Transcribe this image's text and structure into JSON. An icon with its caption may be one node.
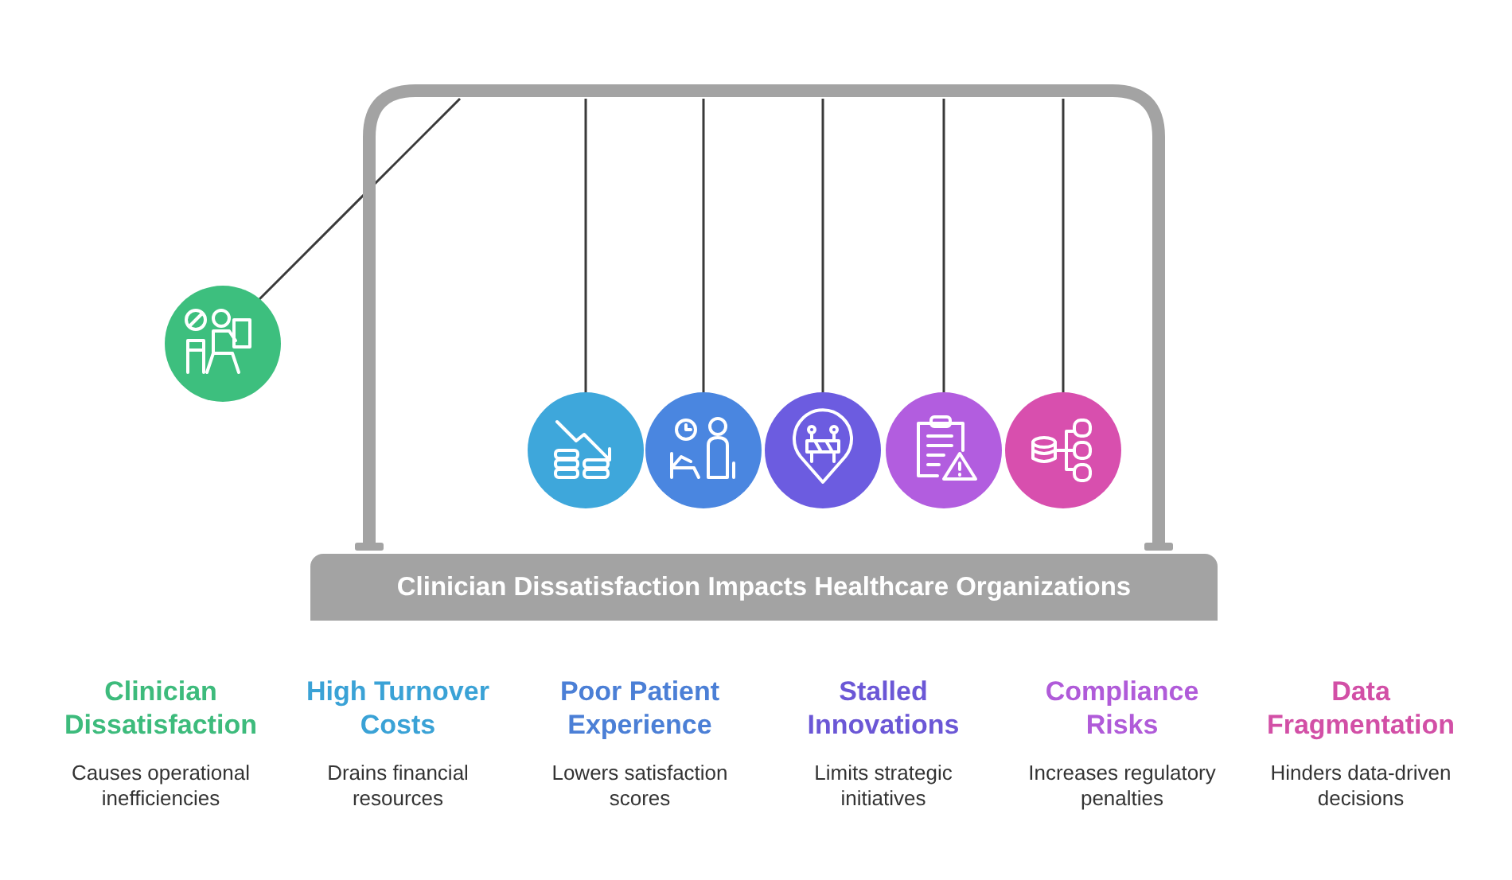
{
  "diagram": {
    "title": "Clinician Dissatisfaction Impacts Healthcare Organizations",
    "labels": [
      "Clinician Dissatisfaction",
      "Causes operational inefficiencies",
      "High Turnover Costs",
      "Drains financial resources",
      "Poor Patient Experience",
      "Lowers satisfaction scores",
      "Stalled Innovations",
      "Limits strategic initiatives",
      "Compliance Risks",
      "Increases regulatory penalties",
      "Data Fragmentation",
      "Hinders data-driven decisions"
    ]
  }
}
